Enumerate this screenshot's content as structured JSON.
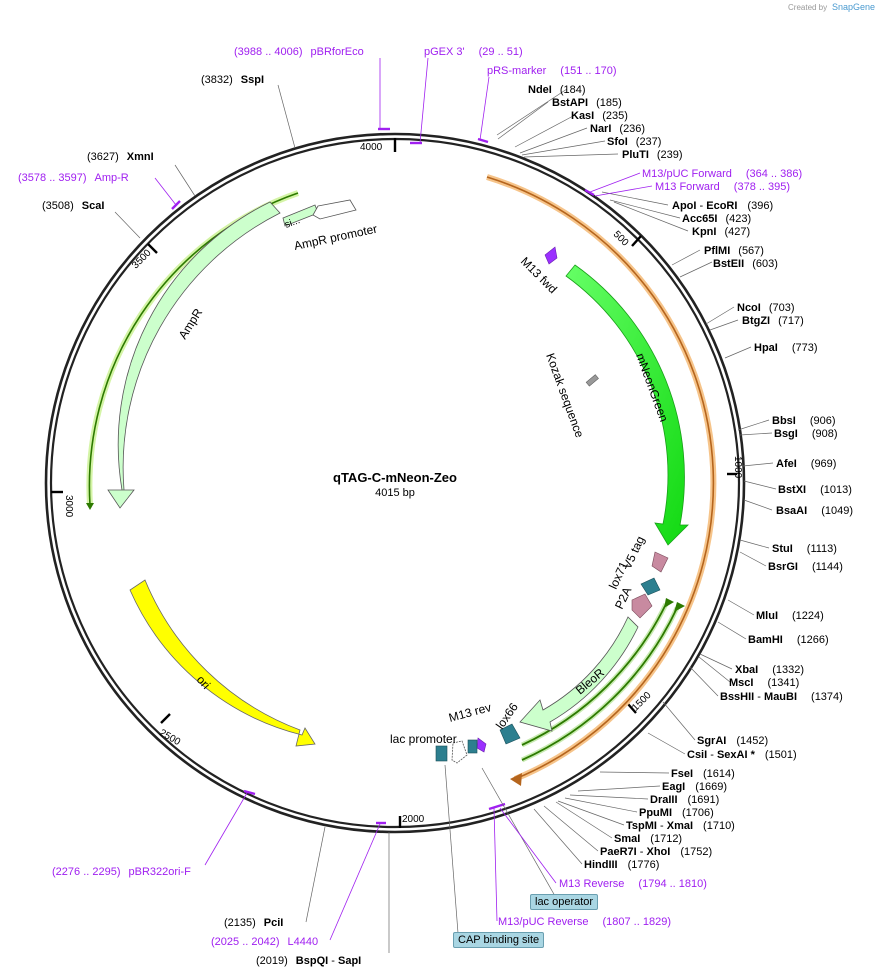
{
  "credit": "Created by",
  "credit_brand": "SnapGene",
  "plasmid": {
    "name": "qTAG-C-mNeon-Zeo",
    "length": "4015 bp"
  },
  "ticks": [
    "500",
    "1000",
    "1500",
    "2000",
    "2500",
    "3000",
    "3500",
    "4000"
  ],
  "features": {
    "ampr_promoter": "AmpR promoter",
    "ampr": "AmpR",
    "si": "si...",
    "m13_fwd": "M13 fwd",
    "mneongreen": "mNeonGreen",
    "kozak": "Kozak sequence",
    "v5_tag": "V5 tag",
    "lox71": "lox71",
    "p2a": "P2A",
    "bleor": "BleoR",
    "lox66": "lox66",
    "m13_rev": "M13 rev",
    "lac_promoter": "lac promoter",
    "ori": "ori"
  },
  "right_sites": [
    {
      "name": "NdeI",
      "pos": "(184)"
    },
    {
      "name": "BstAPI",
      "pos": "(185)"
    },
    {
      "name": "KasI",
      "pos": "(235)"
    },
    {
      "name": "NarI",
      "pos": "(236)"
    },
    {
      "name": "SfoI",
      "pos": "(237)"
    },
    {
      "name": "PluTI",
      "pos": "(239)"
    },
    {
      "name": "ApoI",
      "sep": " - ",
      "name2": "EcoRI",
      "pos": "(396)"
    },
    {
      "name": "Acc65I",
      "pos": "(423)"
    },
    {
      "name": "KpnI",
      "pos": "(427)"
    },
    {
      "name": "PflMI",
      "pos": "(567)"
    },
    {
      "name": "BstEII",
      "pos": "(603)"
    },
    {
      "name": "NcoI",
      "pos": "(703)"
    },
    {
      "name": "BtgZI",
      "pos": "(717)"
    },
    {
      "name": "HpaI",
      "pos": "(773)"
    },
    {
      "name": "BbsI",
      "pos": "(906)"
    },
    {
      "name": "BsgI",
      "pos": "(908)"
    },
    {
      "name": "AfeI",
      "pos": "(969)"
    },
    {
      "name": "BstXI",
      "pos": "(1013)"
    },
    {
      "name": "BsaAI",
      "pos": "(1049)"
    },
    {
      "name": "StuI",
      "pos": "(1113)"
    },
    {
      "name": "BsrGI",
      "pos": "(1144)"
    },
    {
      "name": "MluI",
      "pos": "(1224)"
    },
    {
      "name": "BamHI",
      "pos": "(1266)"
    },
    {
      "name": "XbaI",
      "pos": "(1332)"
    },
    {
      "name": "MscI",
      "pos": "(1341)"
    },
    {
      "name": "BssHII",
      "sep": " - ",
      "name2": "MauBI",
      "pos": "(1374)"
    },
    {
      "name": "SgrAI",
      "pos": "(1452)"
    },
    {
      "name": "CsiI",
      "sep": " - ",
      "name2": "SexAI *",
      "pos": "(1501)"
    },
    {
      "name": "FseI",
      "pos": "(1614)"
    },
    {
      "name": "EagI",
      "pos": "(1669)"
    },
    {
      "name": "DraIII",
      "pos": "(1691)"
    },
    {
      "name": "PpuMI",
      "pos": "(1706)"
    },
    {
      "name": "TspMI",
      "sep": " - ",
      "name2": "XmaI",
      "pos": "(1710)"
    },
    {
      "name": "SmaI",
      "pos": "(1712)"
    },
    {
      "name": "PaeR7I",
      "sep": " - ",
      "name2": "XhoI",
      "pos": "(1752)"
    },
    {
      "name": "HindIII",
      "pos": "(1776)"
    }
  ],
  "left_sites": [
    {
      "pos": "(3832)",
      "name": "SspI"
    },
    {
      "pos": "(3627)",
      "name": "XmnI"
    },
    {
      "pos": "(3508)",
      "name": "ScaI"
    },
    {
      "pos": "(2135)",
      "name": "PciI"
    },
    {
      "pos": "(2019)",
      "name": "BspQI",
      "sep": " - ",
      "name2": "SapI"
    }
  ],
  "primers": [
    {
      "range": "(3988 .. 4006)",
      "name": "pBRforEco"
    },
    {
      "name": "pGEX 3'",
      "range": "(29 .. 51)"
    },
    {
      "name": "pRS-marker",
      "range": "(151 .. 170)"
    },
    {
      "name": "M13/pUC Forward",
      "range": "(364 .. 386)"
    },
    {
      "name": "M13 Forward",
      "range": "(378 .. 395)"
    },
    {
      "range": "(3578 .. 3597)",
      "name": "Amp-R"
    },
    {
      "range": "(2276 .. 2295)",
      "name": "pBR322ori-F"
    },
    {
      "range": "(2025 .. 2042)",
      "name": "L4440"
    },
    {
      "name": "M13 Reverse",
      "range": "(1794 .. 1810)"
    },
    {
      "name": "M13/pUC Reverse",
      "range": "(1807 .. 1829)"
    }
  ],
  "boxed_labels": [
    "lac operator",
    "CAP binding site"
  ],
  "colors": {
    "backbone": "#222222",
    "mneongreen": "#22e622",
    "ampr": "#ccffcc",
    "ori": "#ffff00",
    "primer": "#a020f0",
    "orange_arrow": "#c87a1a",
    "green_arrow": "#2d7a00",
    "lox": "#2d7f8f",
    "v5_p2a": "#c88aa0"
  }
}
